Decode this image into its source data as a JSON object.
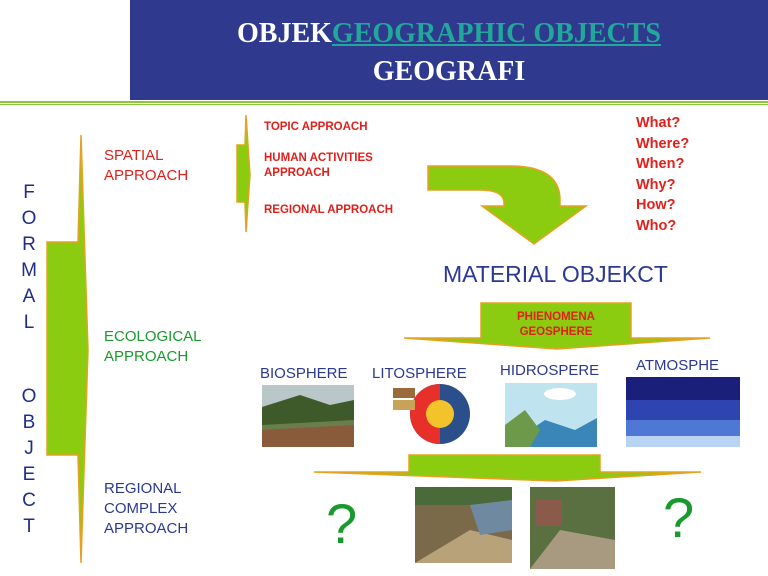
{
  "header": {
    "title_line1_prefix": "OBJEK",
    "title_line1_link": "GEOGRAPHIC OBJECTS",
    "title_line2": "GEOGRAFI"
  },
  "side": {
    "word1_letters": [
      "F",
      "O",
      "R",
      "M",
      "A",
      "L"
    ],
    "word2_letters": [
      "O",
      "B",
      "J",
      "E",
      "C",
      "T"
    ]
  },
  "approaches": {
    "spatial": [
      "SPATIAL",
      "APPROACH"
    ],
    "ecological": [
      "ECOLOGICAL",
      "APPROACH"
    ],
    "regional_complex": [
      "REGIONAL",
      "COMPLEX",
      "APPROACH"
    ]
  },
  "spatial_sub": {
    "topic": "TOPIC APPROACH",
    "human": [
      "HUMAN ACTIVITIES",
      "APPROACH"
    ],
    "regional": "REGIONAL APPROACH"
  },
  "questions": [
    "What?",
    "Where?",
    "When?",
    "Why?",
    "How?",
    "Who?"
  ],
  "material": "MATERIAL OBJEKCT",
  "phenomena": [
    "PHIENOMENA",
    "GEOSPHERE"
  ],
  "spheres": {
    "bio": "BIOSPHERE",
    "lito": "LITOSPHERE",
    "hidro": "HIDROSPERE",
    "atmo": "ATMOSPHE"
  },
  "question_mark": "?",
  "colors": {
    "header": "#2f3a8f",
    "arrow_green": "#8ccc10",
    "red": "#e0201b",
    "green": "#1a9a2e",
    "blue": "#2b3990"
  }
}
